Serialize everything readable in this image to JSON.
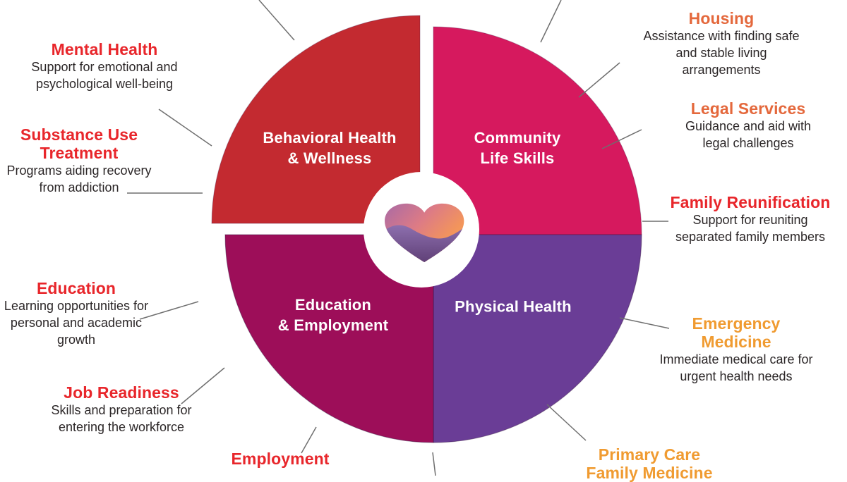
{
  "figure": {
    "type": "quadrant-wheel-infographic",
    "description_colors": {
      "body_text": "#2b2627",
      "leader_line": "#6f6f6f",
      "red_heading": "#e8262b",
      "orange_heading": "#e4683c",
      "amber_heading": "#f09b31"
    }
  },
  "quadrants": [
    {
      "id": "behavioral-health-wellness",
      "label_lines": [
        "Behavioral Health",
        "& Wellness"
      ],
      "color": "#c32a30"
    },
    {
      "id": "community-life-skills",
      "label_lines": [
        "Community",
        "Life Skills"
      ],
      "color": "#d6195e"
    },
    {
      "id": "education-employment",
      "label_lines": [
        "Education",
        "& Employment"
      ],
      "color": "#9d0e59"
    },
    {
      "id": "physical-health",
      "label_lines": [
        "Physical Health"
      ],
      "color": "#6a3d96"
    }
  ],
  "callouts": {
    "left": [
      {
        "title": "Mental Health",
        "title_color": "#e8262b",
        "body": [
          "Support for emotional and",
          "psychological well-being"
        ]
      },
      {
        "title_lines": [
          "Substance Use",
          "Treatment"
        ],
        "title_color": "#e8262b",
        "body": [
          "Programs aiding recovery",
          "from addiction"
        ]
      },
      {
        "title": "Education",
        "title_color": "#e8262b",
        "body": [
          "Learning opportunities for",
          "personal and academic",
          "growth"
        ]
      },
      {
        "title": "Job Readiness",
        "title_color": "#e8262b",
        "body": [
          "Skills and preparation for",
          "entering the workforce"
        ]
      },
      {
        "title": "Employment",
        "title_color": "#e8262b",
        "body": []
      }
    ],
    "right": [
      {
        "title": "Housing",
        "title_color": "#e4683c",
        "body": [
          "Assistance with finding safe",
          "and stable living",
          "arrangements"
        ]
      },
      {
        "title": "Legal Services",
        "title_color": "#e4683c",
        "body": [
          "Guidance and aid with",
          "legal challenges"
        ]
      },
      {
        "title": "Family Reunification",
        "title_color": "#e8262b",
        "body": [
          "Support for reuniting",
          "separated family members"
        ]
      },
      {
        "title_lines": [
          "Emergency",
          "Medicine"
        ],
        "title_color": "#f09b31",
        "body": [
          "Immediate medical care for",
          "urgent health needs"
        ]
      },
      {
        "title_lines": [
          "Primary Care",
          "Family Medicine"
        ],
        "title_color": "#f09b31",
        "body": []
      }
    ]
  },
  "logo": {
    "name": "heart-logo",
    "heart_top_gradient": [
      "#a96aa5",
      "#dd7b85",
      "#f8a156"
    ],
    "heart_wave_gradient": [
      "#8d6fae",
      "#59396f"
    ]
  }
}
